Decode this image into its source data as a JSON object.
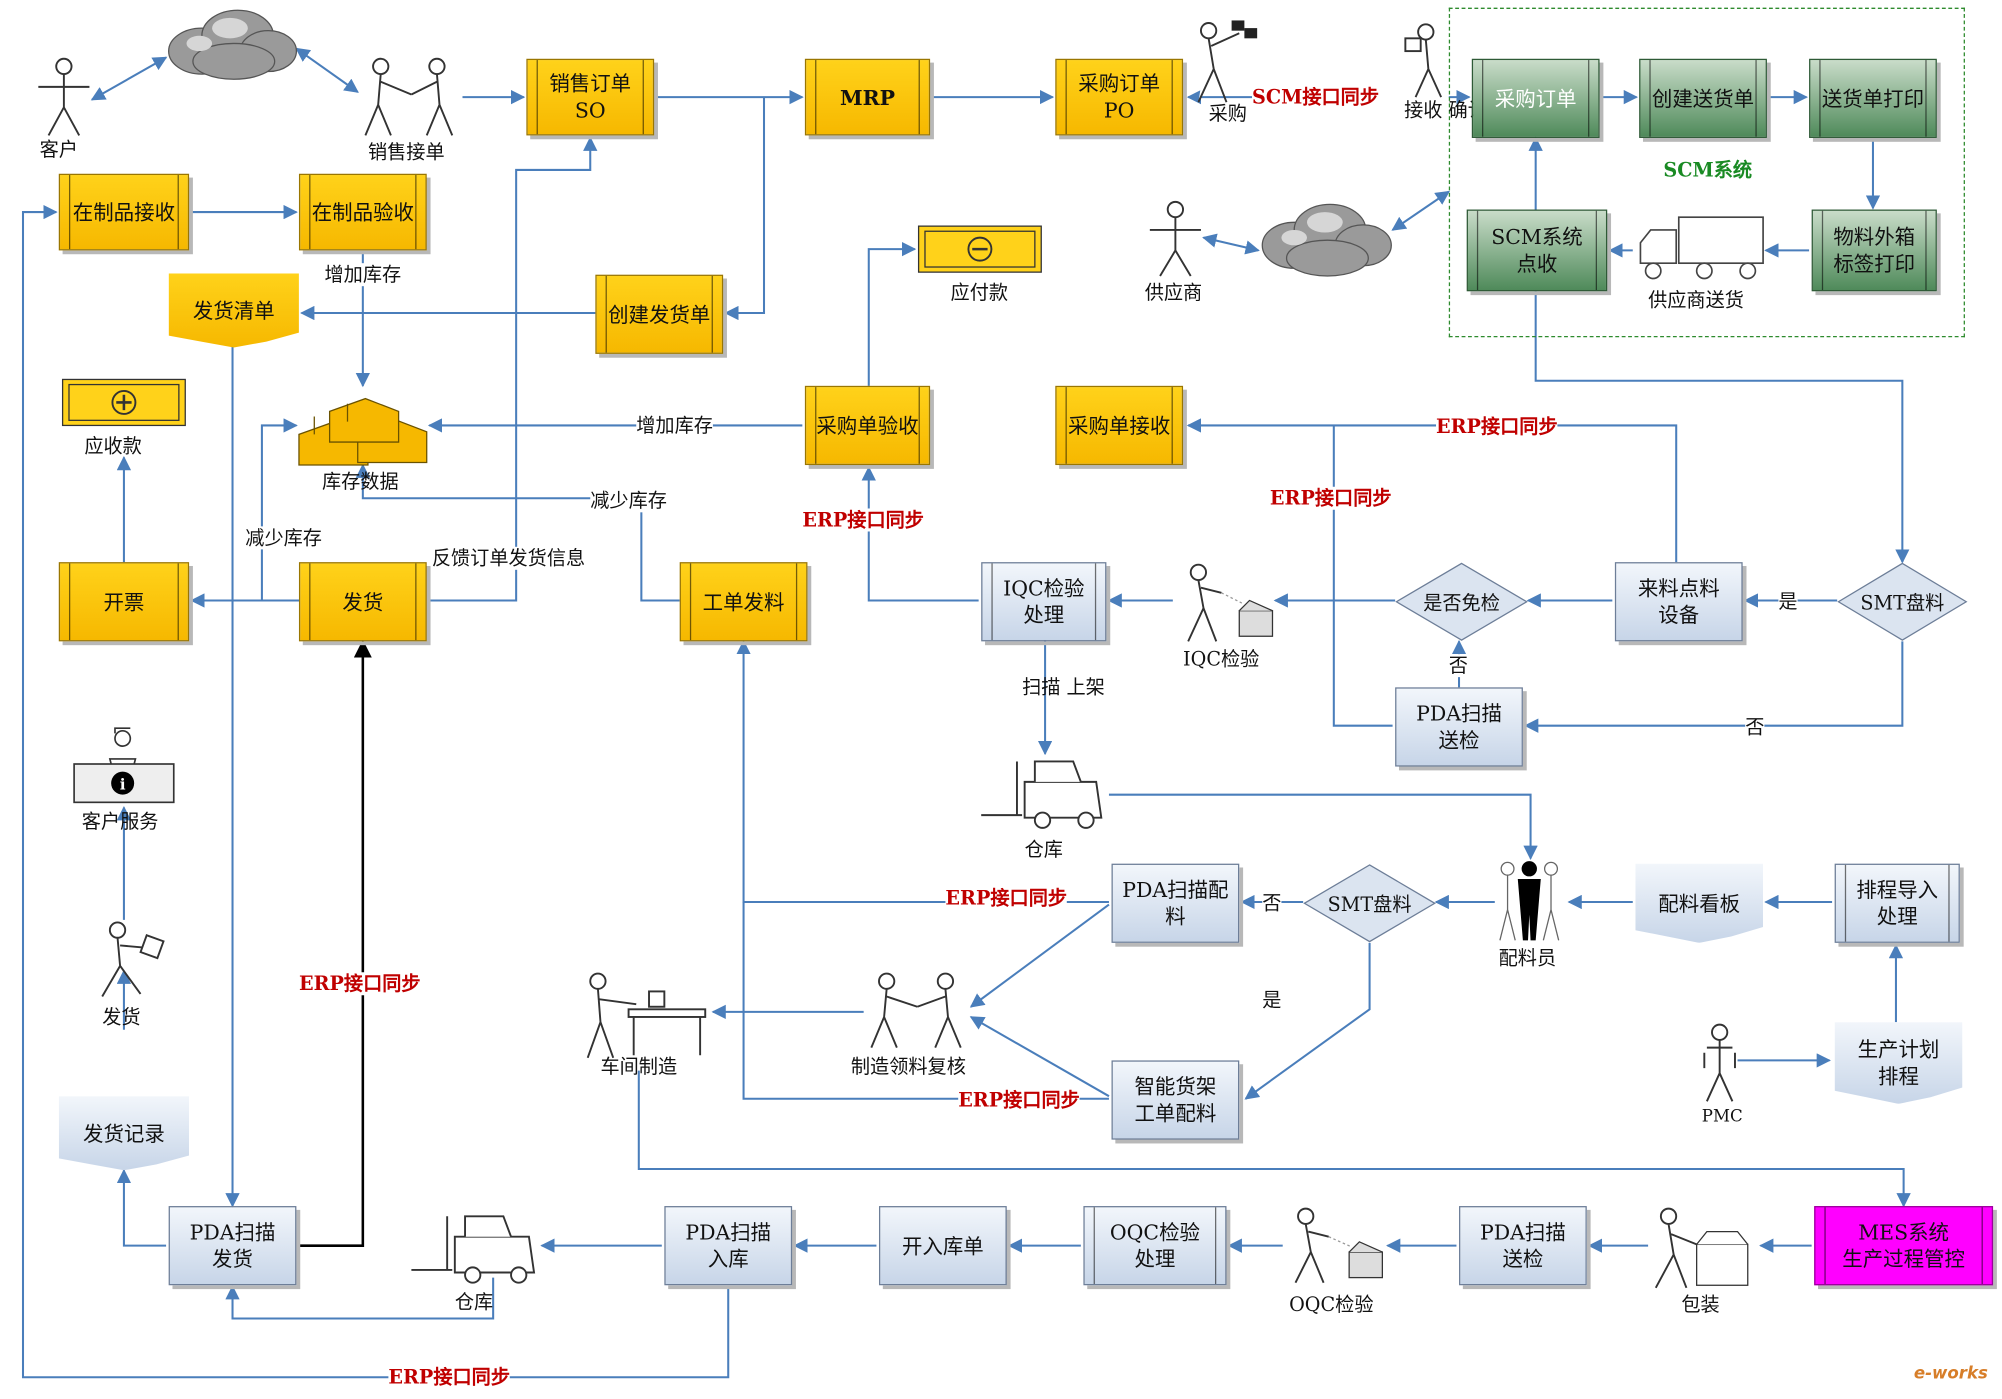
{
  "nodes": {
    "sales_order": "销售订单\nSO",
    "mrp": "MRP",
    "purchase_order": "采购订单\nPO",
    "wip_receive": "在制品接收",
    "wip_inspect": "在制品验收",
    "ship_list": "发货清单",
    "create_ship_order": "创建发货单",
    "payable": "应付款",
    "receivable": "应收款",
    "inventory_data": "库存数据",
    "purchase_inspect": "采购单验收",
    "purchase_receive": "采购单接收",
    "invoice": "开票",
    "ship": "发货",
    "work_order_issue": "工单发料",
    "iqc_process": "IQC检验\n处理",
    "incoming_count": "来料点料\n设备",
    "pda_scan_inspect": "PDA扫描\n送检",
    "scm_po": "采购订单",
    "scm_create_delivery": "创建送货单",
    "scm_print_delivery": "送货单打印",
    "scm_receive_count": "SCM系统\n点收",
    "scm_label_print": "物料外箱\n标签打印",
    "pda_scan_material": "PDA扫描配\n料",
    "material_board": "配料看板",
    "schedule_import": "排程导入\n处理",
    "smart_shelf": "智能货架\n工单配料",
    "production_plan": "生产计划\n排程",
    "ship_record": "发货记录",
    "pda_scan_ship": "PDA扫描\n发货",
    "pda_scan_stockin": "PDA扫描\n入库",
    "stockin_order": "开入库单",
    "oqc_process": "OQC检验\n处理",
    "pda_scan_send": "PDA扫描\n送检",
    "mes": "MES系统\n生产过程管控"
  },
  "decisions": {
    "free_check": "是否免检",
    "smt_count_top": "SMT盘料",
    "smt_count_mid": "SMT盘料"
  },
  "labels": {
    "customer": "客户",
    "sales_taking": "销售接单",
    "purchasing": "采购",
    "receive_confirm": "接收\n确认",
    "supplier": "供应商",
    "supplier_delivery": "供应商送货",
    "scm_system": "SCM系统",
    "add_stock_1": "增加库存",
    "add_stock_2": "增加库存",
    "reduce_stock_1": "减少库存",
    "reduce_stock_2": "减少库存",
    "feedback": "反馈订单发货信息",
    "iqc_check": "IQC检验",
    "scan_shelve": "扫描\n上架",
    "warehouse_1": "仓库",
    "warehouse_2": "仓库",
    "material_clerk": "配料员",
    "workshop": "车间制造",
    "pick_recheck": "制造领料复核",
    "customer_service": "客户服务",
    "shipping_person": "发货",
    "pmc": "PMC",
    "packing": "包装",
    "oqc_check": "OQC检验",
    "yes_1": "是",
    "no_1": "否",
    "no_2": "否",
    "no_3": "否",
    "yes_2": "是"
  },
  "sync_labels": {
    "scm_sync": "SCM接口同步",
    "erp_sync_1": "ERP接口同步",
    "erp_sync_2": "ERP接口同步",
    "erp_sync_3": "ERP接口同步",
    "erp_sync_4": "ERP接口同步",
    "erp_sync_5": "ERP接口同步",
    "erp_sync_6": "ERP接口同步",
    "erp_sync_7": "ERP接口同步"
  },
  "watermark": "e-works",
  "colors": {
    "process_yellow": "#f6b800",
    "process_blue": "#c7d5e8",
    "scm_green": "#4f8a5a",
    "mes_magenta": "#ff00ff",
    "connector": "#4a7ebb",
    "sync_text": "#c00000",
    "scm_frame": "#2e8b2e"
  }
}
